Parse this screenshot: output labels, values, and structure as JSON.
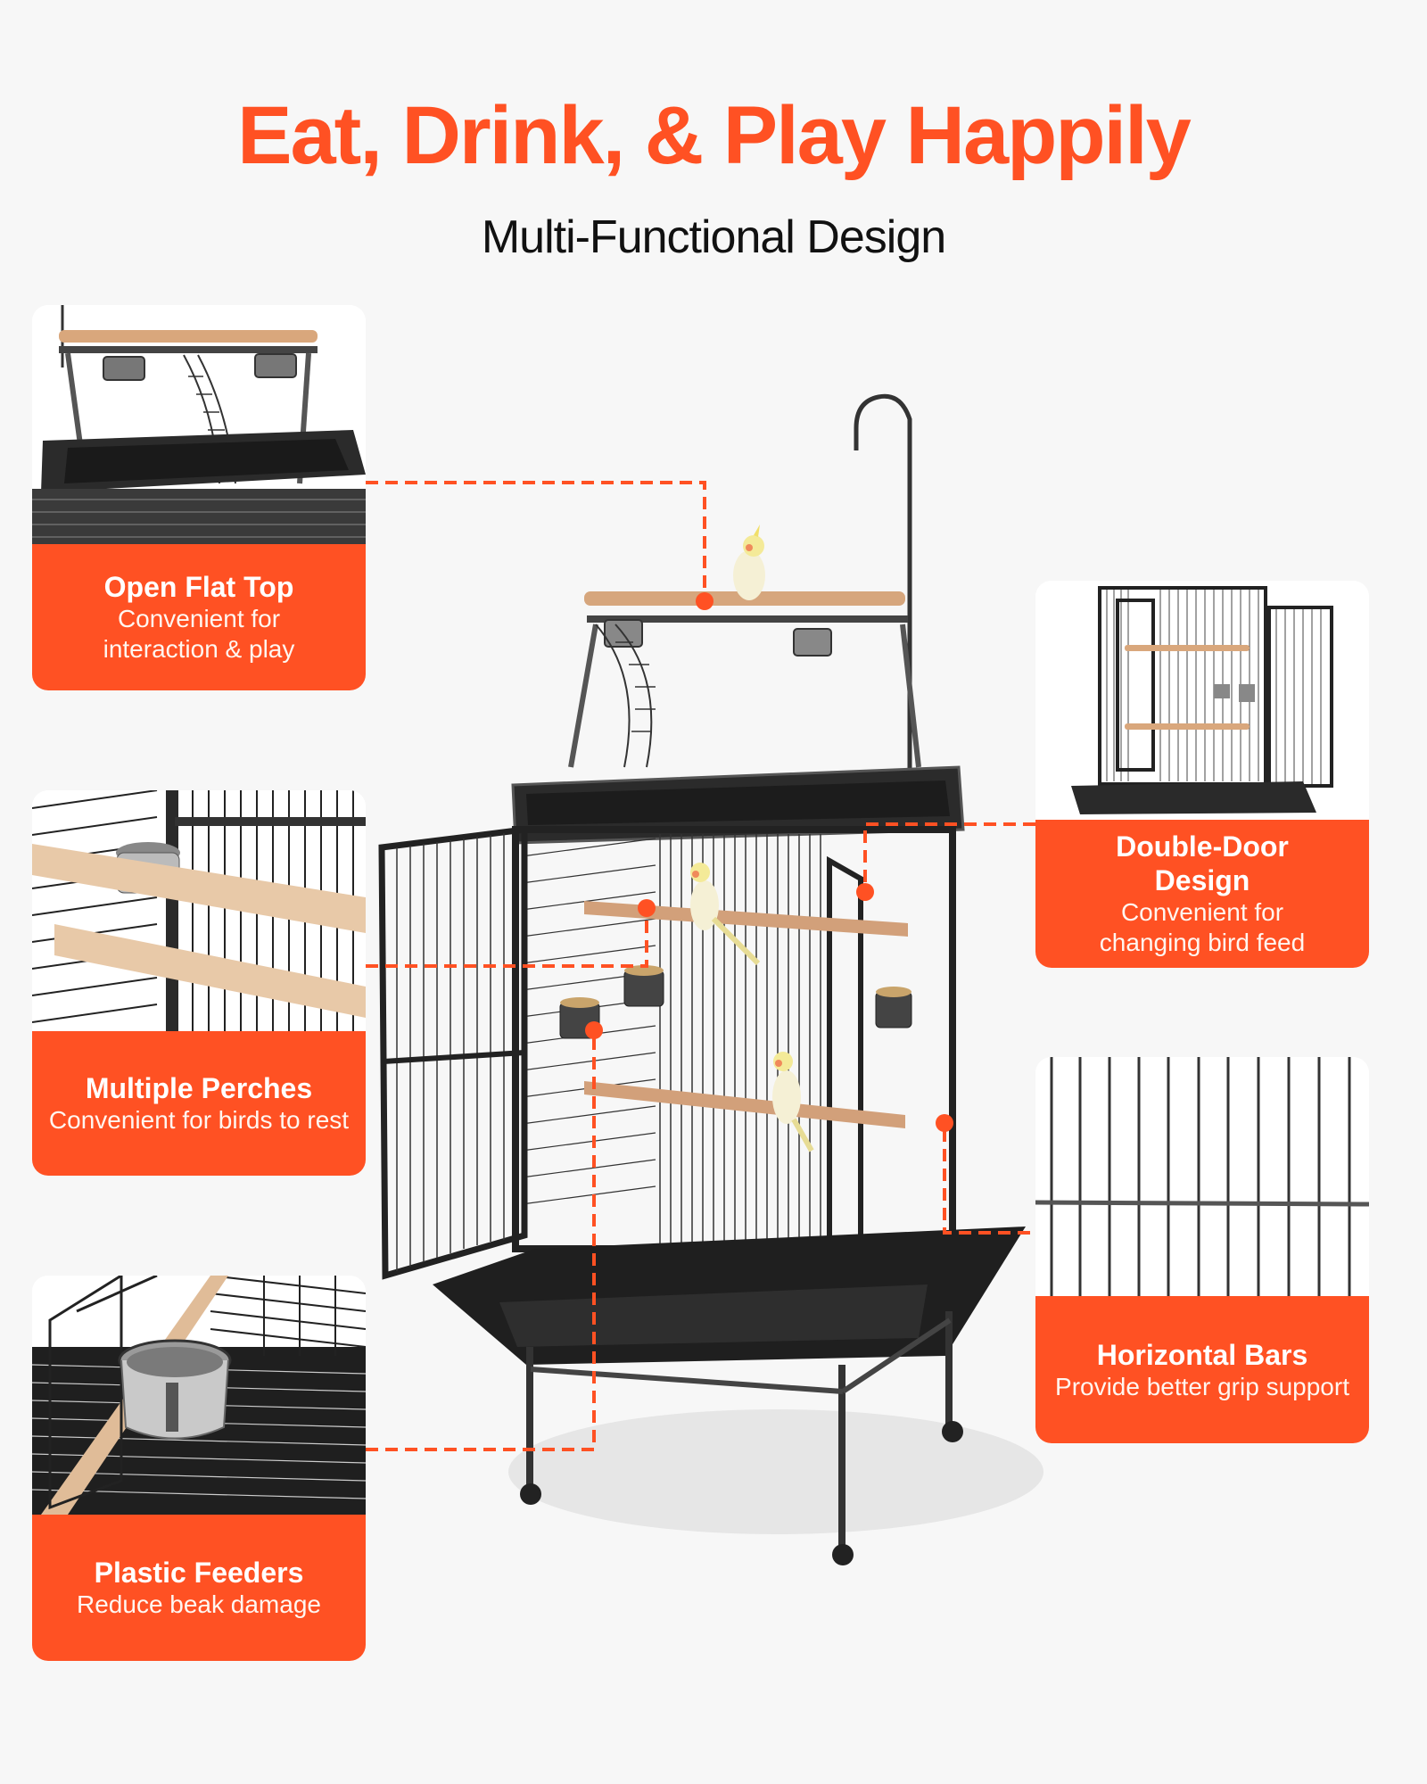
{
  "header": {
    "title": "Eat, Drink, & Play Happily",
    "subtitle": "Multi-Functional Design"
  },
  "colors": {
    "accent": "#ff5123",
    "background": "#f7f7f7",
    "text": "#111111"
  },
  "features": [
    {
      "id": "open-flat-top",
      "title": "Open Flat Top",
      "lines": [
        "Convenient for",
        "interaction & play"
      ],
      "side": "left"
    },
    {
      "id": "multiple-perches",
      "title": "Multiple Perches",
      "lines": [
        "Convenient for birds to rest"
      ],
      "side": "left"
    },
    {
      "id": "plastic-feeders",
      "title": "Plastic Feeders",
      "lines": [
        "Reduce beak damage"
      ],
      "side": "left"
    },
    {
      "id": "double-door-design",
      "title_lines": [
        "Double-Door",
        "Design"
      ],
      "lines": [
        "Convenient for",
        "changing bird feed"
      ],
      "side": "right"
    },
    {
      "id": "horizontal-bars",
      "title": "Horizontal Bars",
      "lines": [
        "Provide better grip support"
      ],
      "side": "right"
    }
  ],
  "product": {
    "name": "bird-cage-with-play-top",
    "bird_count": 3
  }
}
